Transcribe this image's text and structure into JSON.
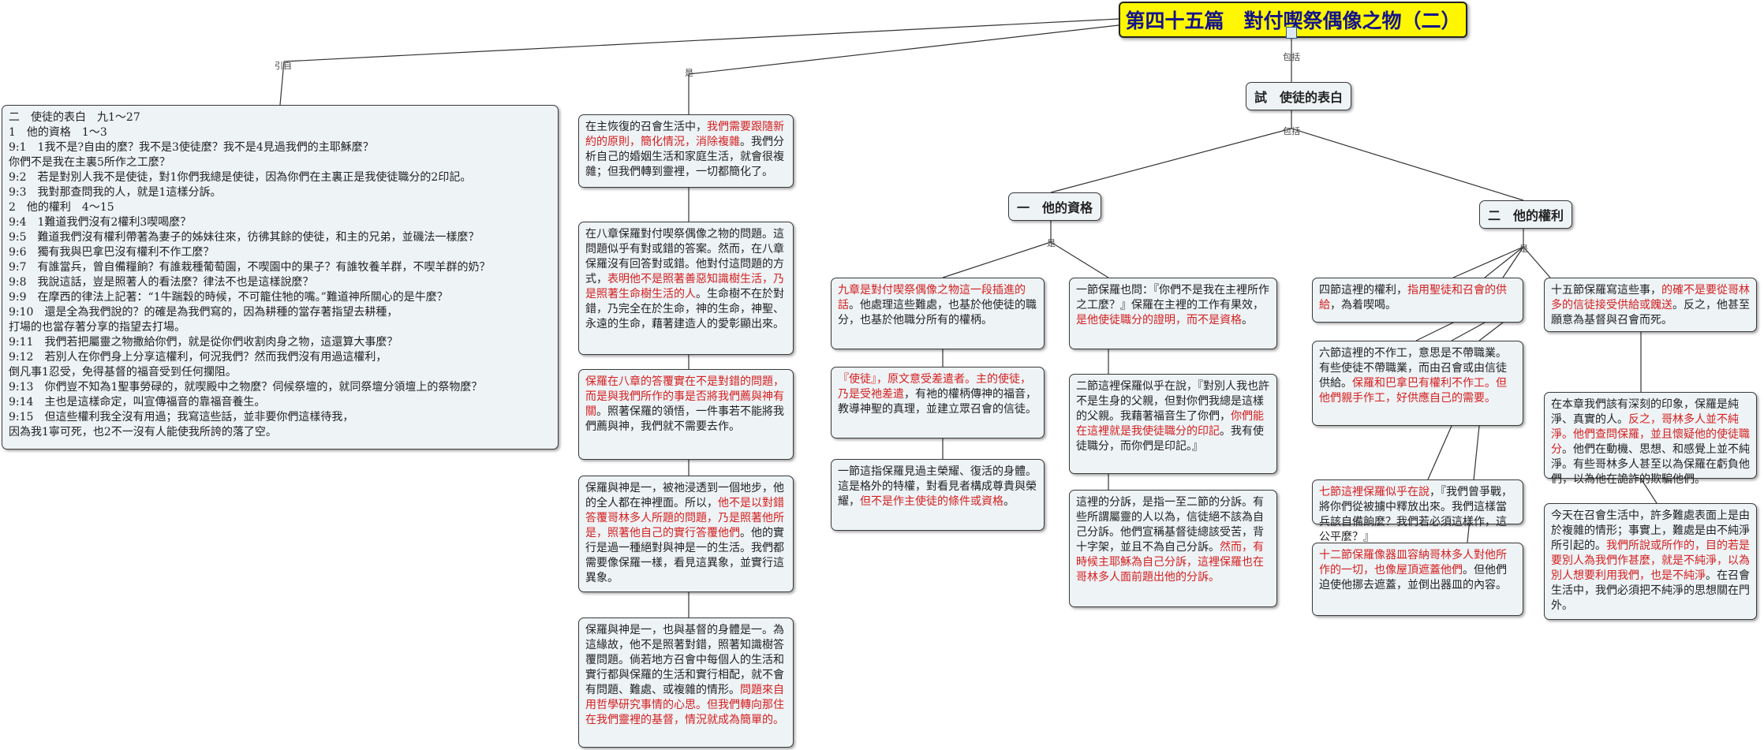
{
  "root": {
    "title": "第四十五篇　對付喫祭偶像之物（二）"
  },
  "labels": {
    "yinzi": "引自",
    "shi": "是",
    "baokuo1": "包括",
    "baokuo2": "包括",
    "shi2": "是",
    "shi3": "是"
  },
  "sections": {
    "apostle": "試　使徒的表白",
    "qualification": "一　他的資格",
    "rights": "二　他的權利"
  },
  "verses": [
    {
      "text": "二　使徒的表白　九1～27",
      "bold": true
    },
    {
      "text": "1　他的資格　1～3",
      "bold": true
    },
    {
      "text": "9:1　1我不是?自由的麼？我不是3使徒麼？我不是4見過我們的主耶穌麼？",
      "bold": false
    },
    {
      "text": "你們不是我在主裏5所作之工麼？",
      "bold": false
    },
    {
      "text": "9:2　若是對別人我不是使徒，對1你們我總是使徒，因為你們在主裏正是我使徒職分的2印記。",
      "bold": false
    },
    {
      "text": "9:3　我對那查問我的人，就是1這樣分訴。",
      "bold": false
    },
    {
      "text": "2　他的權利　4～15",
      "bold": true
    },
    {
      "text": "9:4　1難道我們沒有2權利3喫喝麼？",
      "bold": false
    },
    {
      "text": "9:5　難道我們沒有權利帶著為妻子的姊妹往來，彷彿其餘的使徒，和主的兄弟，並磯法一樣麼？",
      "bold": false
    },
    {
      "text": "9:6　獨有我與巴拿巴沒有權利不作工麼？",
      "bold": false
    },
    {
      "text": "9:7　有誰當兵，曾自備糧餉？有誰栽種葡萄園，不喫園中的果子？有誰牧養羊群，不喫羊群的奶？",
      "bold": false
    },
    {
      "text": "9:8　我說這話，豈是照著人的看法麼？律法不也是這樣說麼？",
      "bold": false
    },
    {
      "text": "9:9　在摩西的律法上記著：“1牛踹穀的時候，不可籠住牠的嘴。”難道神所關心的是牛麼？",
      "bold": false
    },
    {
      "text": "9:10　還是全為我們說的？的確是為我們寫的，因為耕種的當存著指望去耕種，",
      "bold": false
    },
    {
      "text": "打場的也當存著分享的指望去打場。",
      "bold": false
    },
    {
      "text": "9:11　我們若把屬靈之物撒給你們，就是從你們收割肉身之物，這還算大事麼？",
      "bold": false
    },
    {
      "text": "9:12　若別人在你們身上分享這權利，何況我們？然而我們沒有用過這權利，",
      "bold": false
    },
    {
      "text": "倒凡事1忍受，免得基督的福音受到任何攔阻。",
      "bold": false
    },
    {
      "text": "9:13　你們豈不知為1聖事勞碌的，就喫殿中之物麼？伺候祭壇的，就同祭壇分領壇上的祭物麼？",
      "bold": false
    },
    {
      "text": "9:14　主也是這樣命定，叫宣傳福音的靠福音養生。",
      "bold": false
    },
    {
      "text": "9:15　但這些權利我全沒有用過；我寫這些話，並非要你們這樣待我，",
      "bold": false
    },
    {
      "text": "因為我1寧可死，也2不一沒有人能使我所誇的落了空。",
      "bold": false
    }
  ],
  "col2": [
    {
      "parts": [
        {
          "t": "在主恢復的召會生活中，",
          "red": false
        },
        {
          "t": "我們需要跟隨新約的原則，簡化情況，消除複雜",
          "red": true
        },
        {
          "t": "。我們分析自己的婚姻生活和家庭生活，就會很複雜；但我們轉到靈裡，一切都簡化了。",
          "red": false
        }
      ]
    },
    {
      "parts": [
        {
          "t": "在八章保羅對付喫祭偶像之物的問題。這問題似乎有對或錯的答案。然而，在八章保羅沒有回答對或錯。他對付這問題的方式，",
          "red": false
        },
        {
          "t": "表明他不是照著善惡知識樹生活，乃是照著生命樹生活的人",
          "red": true
        },
        {
          "t": "。生命樹不在於對錯，乃完全在於生命，神的生命，神聖、永遠的生命，藉著建造人的愛彰顯出來。",
          "red": false
        }
      ]
    },
    {
      "parts": [
        {
          "t": "保羅在八章的答覆實在不是對錯的問題，而是與我們所作的事是否將我們薦與神有關",
          "red": true
        },
        {
          "t": "。照著保羅的領悟，一件事若不能將我們薦與神，我們就不需要去作。",
          "red": false
        }
      ]
    },
    {
      "parts": [
        {
          "t": "保羅與神是一，被祂浸透到一個地步，他的全人都在神裡面。所以，",
          "red": false
        },
        {
          "t": "他不是以對錯答覆哥林多人所題的問題，乃是照著他所是，照著他自己的實行答覆他們",
          "red": true
        },
        {
          "t": "。他的實行是過一種絕對與神是一的生活。我們都需要像保羅一樣，看見這異象，並實行這異象。",
          "red": false
        }
      ]
    },
    {
      "parts": [
        {
          "t": "保羅與神是一，也與基督的身體是一。為這緣故，他不是照著對錯，照著知識樹答覆問題。倘若地方召會中每個人的生活和實行都與保羅的生活和實行相配，就不會有問題、難處、或複雜的情形。",
          "red": false
        },
        {
          "t": "問題來自用哲學研究事情的心思。但我們轉向那住在我們靈裡的基督，情況就成為簡單的。",
          "red": true
        }
      ]
    }
  ],
  "col3": [
    {
      "parts": [
        {
          "t": "九章是對付喫祭偶像之物這一段插進的話",
          "red": true
        },
        {
          "t": "。他處理這些難處，也基於他使徒的職分，也基於他職分所有的權柄。",
          "red": false
        }
      ]
    },
    {
      "parts": [
        {
          "t": "『使徒』，原文意受差遣者。主的使徒，乃是受祂差遣",
          "red": true
        },
        {
          "t": "，有祂的權柄傳神的福音，教導神聖的真理，並建立眾召會的信徒。",
          "red": false
        }
      ]
    },
    {
      "parts": [
        {
          "t": "一節這指保羅見過主榮耀、復活的身體。這是格外的特權，對看見者構成尊貴與榮耀，",
          "red": false
        },
        {
          "t": "但不是作主使徒的條件或資格",
          "red": true
        },
        {
          "t": "。",
          "red": false
        }
      ]
    }
  ],
  "col4": [
    {
      "parts": [
        {
          "t": "一節保羅也問：『你們不是我在主裡所作之工麼？』保羅在主裡的工作有果效，",
          "red": false
        },
        {
          "t": "是他使徒職分的證明，而不是資格",
          "red": true
        },
        {
          "t": "。",
          "red": false
        }
      ]
    },
    {
      "parts": [
        {
          "t": "二節這裡保羅似乎在說，『對別人我也許不是生身的父親，但對你們我總是這樣的父親。我藉著福音生了你們，",
          "red": false
        },
        {
          "t": "你們能在這裡就是我使徒職分的印記",
          "red": true
        },
        {
          "t": "。我有使徒職分，而你們是印記。』",
          "red": false
        }
      ]
    },
    {
      "parts": [
        {
          "t": "這裡的分訴，是指一至二節的分訴。有些所謂屬靈的人以為，信徒絕不該為自己分訴。他們宣稱基督徒總該受苦，背十字架，並且不為自己分訴。",
          "red": false
        },
        {
          "t": "然而，有時候主耶穌為自己分訴，這裡保羅也在哥林多人面前題出他的分訴。",
          "red": true
        }
      ]
    }
  ],
  "col5": [
    {
      "parts": [
        {
          "t": "四節這裡的權利，",
          "red": false
        },
        {
          "t": "指用聖徒和召會的供給",
          "red": true
        },
        {
          "t": "，為着喫喝。",
          "red": false
        }
      ]
    },
    {
      "parts": [
        {
          "t": "六節這裡的不作工，意思是不帶職業。有些使徒不帶職業，而由召會或由信徒供給。",
          "red": false
        },
        {
          "t": "保羅和巴拿巴有權利不作工。但他們親手作工，好供應自己的需要。",
          "red": true
        }
      ]
    },
    {
      "parts": [
        {
          "t": "七節這裡保羅似乎在說",
          "red": true
        },
        {
          "t": "，『我們曾爭戰，將你們從被擄中釋放出來。我們這樣當兵該自備餉麼？我們若必須這樣作，這公平麼？』",
          "red": false
        }
      ]
    },
    {
      "parts": [
        {
          "t": "十二節保羅像器皿容納哥林多人對他所作的一切，也像屋頂遮蓋他們",
          "red": true
        },
        {
          "t": "。但他們迫使他挪去遮蓋，並倒出器皿的內容。",
          "red": false
        }
      ]
    }
  ],
  "col6": [
    {
      "parts": [
        {
          "t": "十五節保羅寫這些事，",
          "red": false
        },
        {
          "t": "的確不是要從哥林多的信徒接受供給或餽送",
          "red": true
        },
        {
          "t": "。反之，他甚至願意為基督與召會而死。",
          "red": false
        }
      ]
    },
    {
      "parts": [
        {
          "t": "在本章我們該有深刻的印象，保羅是純淨、真實的人。",
          "red": false
        },
        {
          "t": "反之，哥林多人並不純淨。他們查問保羅，並且懷疑他的使徒職分",
          "red": true
        },
        {
          "t": "。他們在動機、思想、和感覺上並不純淨。有些哥林多人甚至以為保羅在虧負他們，以為他在詭詐的欺騙他們。",
          "red": false
        }
      ]
    },
    {
      "parts": [
        {
          "t": "今天在召會生活中，許多難處表面上是由於複雜的情形；事實上，難處是由不純淨所引起的。",
          "red": false
        },
        {
          "t": "我們所說或所作的，目的若是要別人為我們作甚麼，就是不純淨，以為別人想要利用我們，也是不純淨",
          "red": true
        },
        {
          "t": "。在召會生活中，我們必須把不純淨的思想關在門外。",
          "red": false
        }
      ]
    }
  ]
}
